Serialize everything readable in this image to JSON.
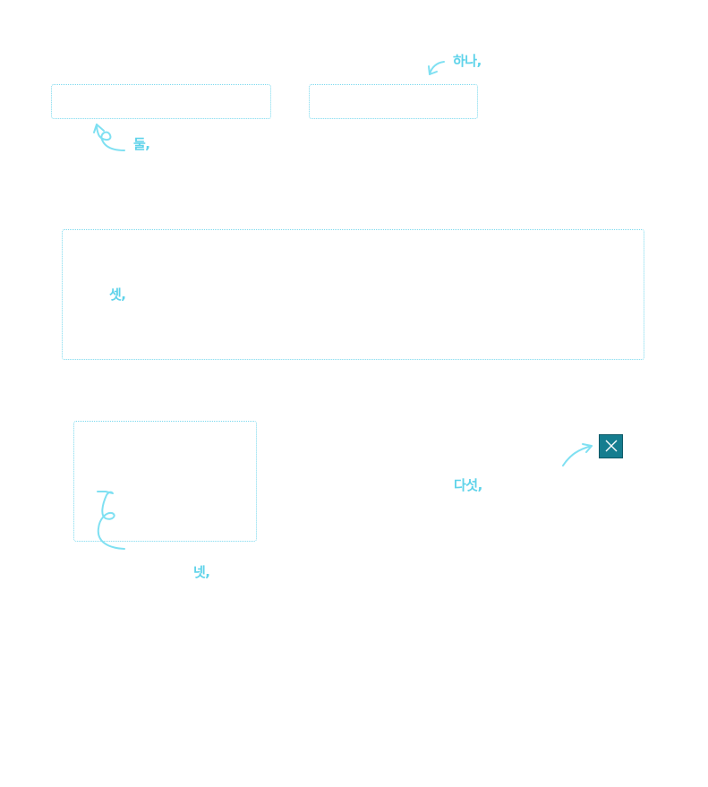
{
  "annotations": {
    "one": "하나,",
    "two": "둘,",
    "three": "셋,",
    "four": "넷,",
    "five": "다섯,"
  },
  "colors": {
    "annotation": "#5fd3ea",
    "slot_border": "#7bd9ee",
    "close_button_bg": "#157d8f",
    "close_button_icon": "#ffffff"
  },
  "icons": {
    "close": "close-icon",
    "arrows": [
      "curved-arrow-icon",
      "loop-arrow-icon",
      "loop-arrow-icon",
      "curved-arrow-icon"
    ]
  }
}
